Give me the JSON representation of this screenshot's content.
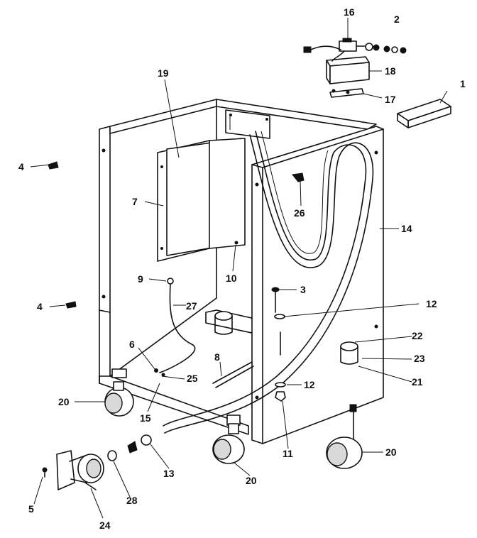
{
  "diagram": {
    "labels": {
      "p1": "1",
      "p2": "2",
      "p3": "3",
      "p4a": "4",
      "p4b": "4",
      "p5": "5",
      "p6": "6",
      "p7": "7",
      "p8": "8",
      "p9": "9",
      "p10": "10",
      "p11": "11",
      "p12a": "12",
      "p12b": "12",
      "p13": "13",
      "p14": "14",
      "p15": "15",
      "p16": "16",
      "p17": "17",
      "p18": "18",
      "p19": "19",
      "p20a": "20",
      "p20b": "20",
      "p20c": "20",
      "p21": "21",
      "p22": "22",
      "p23": "23",
      "p24": "24",
      "p25": "25",
      "p26": "26",
      "p27": "27",
      "p28": "28"
    }
  }
}
